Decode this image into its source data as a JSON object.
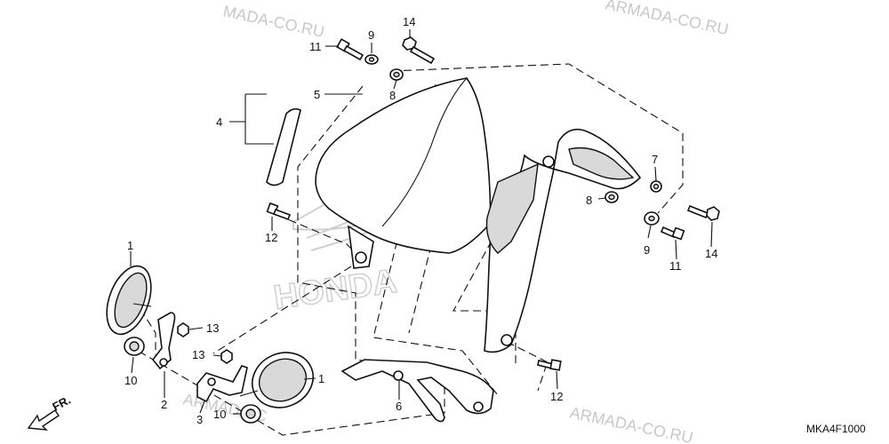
{
  "watermark": {
    "text": "ARMADA-CO.RU",
    "text_partial_top": "MADA-CO.RU",
    "text_partial_bottom": "ARMADA-C",
    "logo_text": "HONDA"
  },
  "diagram_code": "MKA4F1000",
  "direction_label": "FR.",
  "callouts": {
    "c1a": "1",
    "c1b": "1",
    "c2": "2",
    "c3": "3",
    "c4": "4",
    "c5": "5",
    "c6": "6",
    "c7": "7",
    "c8a": "8",
    "c8b": "8",
    "c9a": "9",
    "c9b": "9",
    "c10a": "10",
    "c10b": "10",
    "c11a": "11",
    "c11b": "11",
    "c12a": "12",
    "c12b": "12",
    "c13a": "13",
    "c13b": "13",
    "c14a": "14",
    "c14b": "14"
  }
}
